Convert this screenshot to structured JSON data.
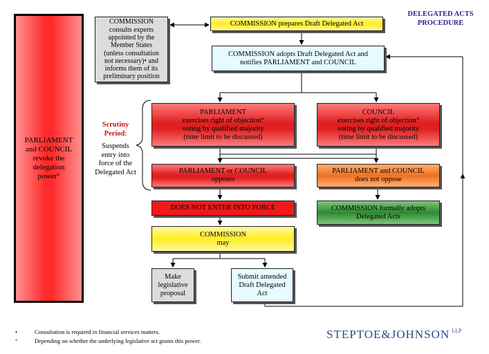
{
  "title": {
    "line1": "DELEGATED ACTS",
    "line2": "PROCEDURE"
  },
  "left_box": {
    "lines": [
      "PARLIAMENT",
      "and COUNCIL",
      "revoke the",
      "delegation",
      "power°"
    ]
  },
  "consult_box": {
    "lines": [
      "COMMISSION",
      "consults experts",
      "appointed by the",
      "Member States",
      "(unless consultation",
      "not necessary)• and",
      "informs them of its",
      "preliminary position"
    ]
  },
  "prepare_box": {
    "text": "COMMISSION prepares Draft Delegated Act"
  },
  "adopt_box": {
    "lines": [
      "COMMISSION adopts Draft Delegated Act and",
      "notifies PARLIAMENT and COUNCIL"
    ]
  },
  "scrutiny": {
    "label": "Scrutiny",
    "label2": "Period",
    "colon": ":",
    "lines": [
      "Suspends",
      "entry into",
      "force of the",
      "Delegated Act"
    ]
  },
  "parliament_box": {
    "lines": [
      "PARLIAMENT",
      "exercises right of objection°",
      "voting by qualified majority",
      "(time limit to be discussed)"
    ]
  },
  "council_box": {
    "lines": [
      "COUNCIL",
      "exercises right of objection°",
      "voting by qualified majority",
      "(time limit to be discussed)"
    ]
  },
  "opposes_box": {
    "lines": [
      "PARLIAMENT or COUNCIL",
      "opposes"
    ]
  },
  "not_oppose_box": {
    "lines": [
      "PARLIAMENT and COUNCIL",
      "does not oppose"
    ]
  },
  "not_force_box": {
    "text": "DOES NOT ENTER INTO FORCE"
  },
  "formally_box": {
    "lines": [
      "COMMISSION formally adopts",
      "Delegated Acts"
    ]
  },
  "may_box": {
    "lines": [
      "COMMISSION",
      "may"
    ]
  },
  "legislative_box": {
    "lines": [
      "Make",
      "legislative",
      "proposal"
    ]
  },
  "amended_box": {
    "lines": [
      "Submit amended",
      "Draft Delegated",
      "Act"
    ]
  },
  "footnotes": [
    {
      "marker": "•",
      "text": "Consultation is required in financial services matters."
    },
    {
      "marker": "°",
      "text": "Depending on whether the underlying legislative act grants this power."
    }
  ],
  "logo": {
    "text": "STEPTOE&JOHNSON",
    "suffix": "LLP"
  },
  "colors": {
    "title": "#2a2a8a",
    "scrutiny_label": "#d01010",
    "logo": "#2a4a8a"
  }
}
